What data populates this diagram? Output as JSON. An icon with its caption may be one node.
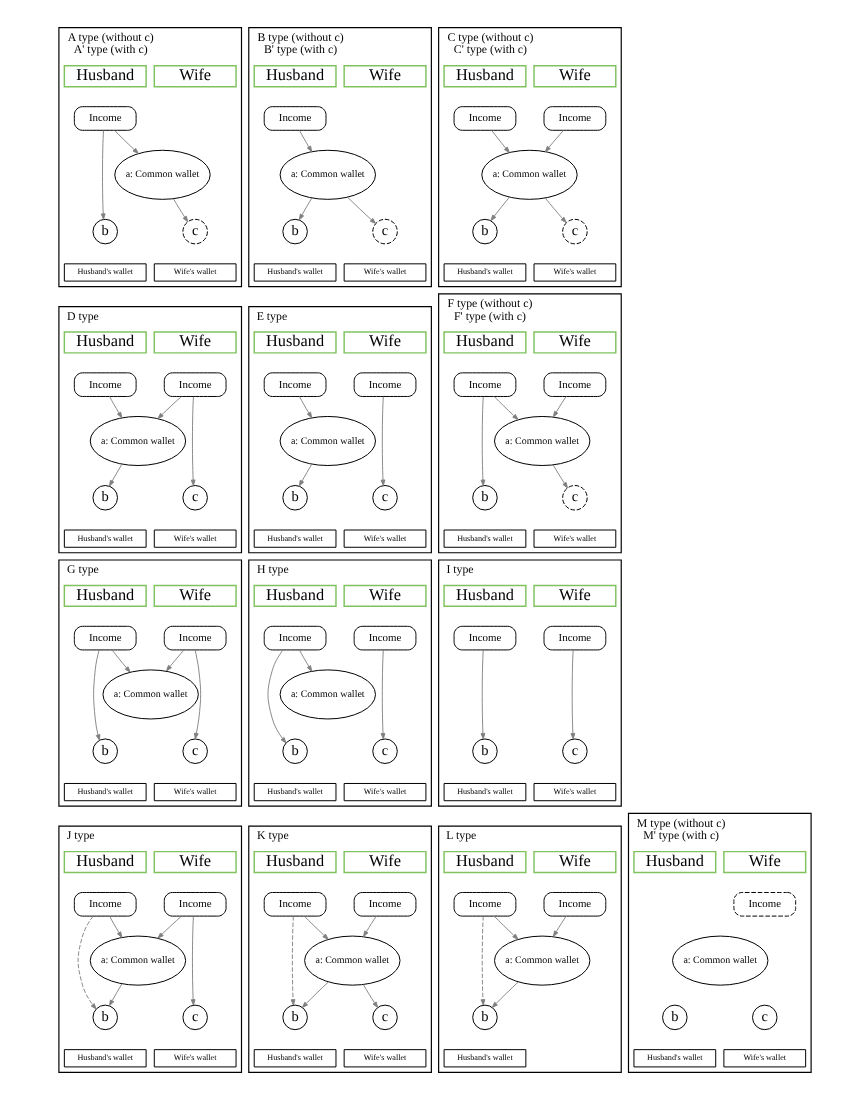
{
  "diagram": {
    "nodes": [
      {
        "text": [
          "A type (without c)",
          "A' type (with c)"
        ]
      },
      {
        "text": [
          "Husband"
        ],
        "in": 0
      },
      {
        "text": [
          "Wife"
        ],
        "in": 0
      },
      {
        "text": [
          "Income"
        ],
        "in": 0
      },
      {
        "text": [
          "a: Common wallet"
        ],
        "in": 0
      },
      {
        "text": [
          "b"
        ],
        "in": 0
      },
      {
        "text": [
          "c"
        ],
        "in": 0
      },
      {
        "text": [
          "Husband's wallet"
        ],
        "in": 0
      },
      {
        "text": [
          "Wife's wallet"
        ],
        "in": 0
      },
      {
        "text": [
          "B type (without c)",
          "B' type (with c)"
        ]
      },
      {
        "text": [
          "Husband"
        ],
        "in": 9
      },
      {
        "text": [
          "Wife"
        ],
        "in": 9
      },
      {
        "text": [
          "Income"
        ],
        "in": 9
      },
      {
        "text": [
          "a: Common wallet"
        ],
        "in": 9
      },
      {
        "text": [
          "b"
        ],
        "in": 9
      },
      {
        "text": [
          "c"
        ],
        "in": 9
      },
      {
        "text": [
          "Husband's wallet"
        ],
        "in": 9
      },
      {
        "text": [
          "Wife's wallet"
        ],
        "in": 9
      },
      {
        "text": [
          "C type (without c)",
          "C' type (with c)"
        ]
      },
      {
        "text": [
          "Husband"
        ],
        "in": 18
      },
      {
        "text": [
          "Wife"
        ],
        "in": 18
      },
      {
        "text": [
          "Income"
        ],
        "in": 18
      },
      {
        "text": [
          "Income"
        ],
        "in": 18
      },
      {
        "text": [
          "a: Common wallet"
        ],
        "in": 18
      },
      {
        "text": [
          "b"
        ],
        "in": 18
      },
      {
        "text": [
          "c"
        ],
        "in": 18
      },
      {
        "text": [
          "Husband's wallet"
        ],
        "in": 18
      },
      {
        "text": [
          "Wife's wallet"
        ],
        "in": 18
      },
      {
        "text": [
          "D type"
        ]
      },
      {
        "text": [
          "Husband"
        ],
        "in": 28
      },
      {
        "text": [
          "Wife"
        ],
        "in": 28
      },
      {
        "text": [
          "Income"
        ],
        "in": 28
      },
      {
        "text": [
          "Income"
        ],
        "in": 28
      },
      {
        "text": [
          "a: Common wallet"
        ],
        "in": 28
      },
      {
        "text": [
          "b"
        ],
        "in": 28
      },
      {
        "text": [
          "c"
        ],
        "in": 28
      },
      {
        "text": [
          "Husband's wallet"
        ],
        "in": 28
      },
      {
        "text": [
          "Wife's wallet"
        ],
        "in": 28
      },
      {
        "text": [
          "E type"
        ]
      },
      {
        "text": [
          "Husband"
        ],
        "in": 38
      },
      {
        "text": [
          "Wife"
        ],
        "in": 38
      },
      {
        "text": [
          "Income"
        ],
        "in": 38
      },
      {
        "text": [
          "Income"
        ],
        "in": 38
      },
      {
        "text": [
          "a: Common wallet"
        ],
        "in": 38
      },
      {
        "text": [
          "b"
        ],
        "in": 38
      },
      {
        "text": [
          "c"
        ],
        "in": 38
      },
      {
        "text": [
          "Husband's wallet"
        ],
        "in": 38
      },
      {
        "text": [
          "Wife's wallet"
        ],
        "in": 38
      },
      {
        "text": [
          "F type (without c)",
          "F' type (with c)"
        ]
      },
      {
        "text": [
          "Husband"
        ],
        "in": 48
      },
      {
        "text": [
          "Wife"
        ],
        "in": 48
      },
      {
        "text": [
          "Income"
        ],
        "in": 48
      },
      {
        "text": [
          "Income"
        ],
        "in": 48
      },
      {
        "text": [
          "a: Common wallet"
        ],
        "in": 48
      },
      {
        "text": [
          "b"
        ],
        "in": 48
      },
      {
        "text": [
          "c"
        ],
        "in": 48
      },
      {
        "text": [
          "Husband's wallet"
        ],
        "in": 48
      },
      {
        "text": [
          "Wife's wallet"
        ],
        "in": 48
      },
      {
        "text": [
          "G type"
        ]
      },
      {
        "text": [
          "Husband"
        ],
        "in": 58
      },
      {
        "text": [
          "Wife"
        ],
        "in": 58
      },
      {
        "text": [
          "Income"
        ],
        "in": 58
      },
      {
        "text": [
          "Income"
        ],
        "in": 58
      },
      {
        "text": [
          "a: Common wallet"
        ],
        "in": 58
      },
      {
        "text": [
          "b"
        ],
        "in": 58
      },
      {
        "text": [
          "c"
        ],
        "in": 58
      },
      {
        "text": [
          "Husband's wallet"
        ],
        "in": 58
      },
      {
        "text": [
          "Wife's wallet"
        ],
        "in": 58
      },
      {
        "text": [
          "H type"
        ]
      },
      {
        "text": [
          "Husband"
        ],
        "in": 68
      },
      {
        "text": [
          "Wife"
        ],
        "in": 68
      },
      {
        "text": [
          "Income"
        ],
        "in": 68
      },
      {
        "text": [
          "Income"
        ],
        "in": 68
      },
      {
        "text": [
          "a: Common wallet"
        ],
        "in": 68
      },
      {
        "text": [
          "b"
        ],
        "in": 68
      },
      {
        "text": [
          "c"
        ],
        "in": 68
      },
      {
        "text": [
          "Husband's wallet"
        ],
        "in": 68
      },
      {
        "text": [
          "Wife's wallet"
        ],
        "in": 68
      },
      {
        "text": [
          "I type"
        ]
      },
      {
        "text": [
          "Husband"
        ],
        "in": 78
      },
      {
        "text": [
          "Wife"
        ],
        "in": 78
      },
      {
        "text": [
          "Income"
        ],
        "in": 78
      },
      {
        "text": [
          "Income"
        ],
        "in": 78
      },
      {
        "text": [
          "b"
        ],
        "in": 78
      },
      {
        "text": [
          "c"
        ],
        "in": 78
      },
      {
        "text": [
          "Husband's wallet"
        ],
        "in": 78
      },
      {
        "text": [
          "Wife's wallet"
        ],
        "in": 78
      },
      {
        "text": [
          "J type"
        ]
      },
      {
        "text": [
          "Husband"
        ],
        "in": 87
      },
      {
        "text": [
          "Wife"
        ],
        "in": 87
      },
      {
        "text": [
          "Income"
        ],
        "in": 87
      },
      {
        "text": [
          "Income"
        ],
        "in": 87
      },
      {
        "text": [
          "a: Common wallet"
        ],
        "in": 87
      },
      {
        "text": [
          "b"
        ],
        "in": 87
      },
      {
        "text": [
          "c"
        ],
        "in": 87
      },
      {
        "text": [
          "Husband's wallet"
        ],
        "in": 87
      },
      {
        "text": [
          "Wife's wallet"
        ],
        "in": 87
      },
      {
        "text": [
          "K type"
        ]
      },
      {
        "text": [
          "Husband"
        ],
        "in": 97
      },
      {
        "text": [
          "Wife"
        ],
        "in": 97
      },
      {
        "text": [
          "Income"
        ],
        "in": 97
      },
      {
        "text": [
          "Income"
        ],
        "in": 97
      },
      {
        "text": [
          "a: Common wallet"
        ],
        "in": 97
      },
      {
        "text": [
          "b"
        ],
        "in": 97
      },
      {
        "text": [
          "c"
        ],
        "in": 97
      },
      {
        "text": [
          "Husband's wallet"
        ],
        "in": 97
      },
      {
        "text": [
          "Wife's wallet"
        ],
        "in": 97
      },
      {
        "text": [
          "L type"
        ]
      },
      {
        "text": [
          "Husband"
        ],
        "in": 107
      },
      {
        "text": [
          "Wife"
        ],
        "in": 107
      },
      {
        "text": [
          "Income"
        ],
        "in": 107
      },
      {
        "text": [
          "Income"
        ],
        "in": 107
      },
      {
        "text": [
          "a: Common wallet"
        ],
        "in": 107
      },
      {
        "text": [
          "b"
        ],
        "in": 107
      },
      {
        "text": [
          "Husband's wallet"
        ],
        "in": 107
      },
      {
        "text": [
          "M type (without c)",
          "M' type (with c)"
        ]
      },
      {
        "text": [
          "Husband"
        ],
        "in": 115
      },
      {
        "text": [
          "Wife"
        ],
        "in": 115
      },
      {
        "text": [
          "Income"
        ],
        "in": 115
      },
      {
        "text": [
          "a: Common wallet"
        ],
        "in": 115
      },
      {
        "text": [
          "b"
        ],
        "in": 115
      },
      {
        "text": [
          "c"
        ],
        "in": 115
      },
      {
        "text": [
          "Husband's wallet"
        ],
        "in": 115
      },
      {
        "text": [
          "Wife's wallet"
        ],
        "in": 115
      }
    ],
    "edges": [
      {
        "from": 3,
        "to": 4,
        "arrow": "to"
      },
      {
        "from": 3,
        "to": 5,
        "arrow": "to"
      },
      {
        "from": 4,
        "to": 6,
        "arrow": "to"
      },
      {
        "from": 12,
        "to": 13,
        "arrow": "to"
      },
      {
        "from": 13,
        "to": 14,
        "arrow": "to"
      },
      {
        "from": 13,
        "to": 15,
        "arrow": "to"
      },
      {
        "from": 21,
        "to": 23,
        "arrow": "to"
      },
      {
        "from": 22,
        "to": 23,
        "arrow": "to"
      },
      {
        "from": 23,
        "to": 24,
        "arrow": "to"
      },
      {
        "from": 23,
        "to": 25,
        "arrow": "to"
      },
      {
        "from": 31,
        "to": 33,
        "arrow": "to"
      },
      {
        "from": 32,
        "to": 33,
        "arrow": "to"
      },
      {
        "from": 33,
        "to": 34,
        "arrow": "to"
      },
      {
        "from": 32,
        "to": 35,
        "arrow": "to"
      },
      {
        "from": 41,
        "to": 43,
        "arrow": "to"
      },
      {
        "from": 43,
        "to": 44,
        "arrow": "to"
      },
      {
        "from": 42,
        "to": 45,
        "arrow": "to"
      },
      {
        "from": 51,
        "to": 54,
        "arrow": "to"
      },
      {
        "from": 51,
        "to": 53,
        "arrow": "to"
      },
      {
        "from": 52,
        "to": 53,
        "arrow": "to"
      },
      {
        "from": 53,
        "to": 55,
        "arrow": "to"
      },
      {
        "from": 61,
        "to": 64,
        "arrow": "to"
      },
      {
        "from": 61,
        "to": 63,
        "arrow": "to"
      },
      {
        "from": 62,
        "to": 63,
        "arrow": "to"
      },
      {
        "from": 62,
        "to": 65,
        "arrow": "to"
      },
      {
        "from": 71,
        "to": 74,
        "arrow": "to"
      },
      {
        "from": 71,
        "to": 73,
        "arrow": "to"
      },
      {
        "from": 72,
        "to": 75,
        "arrow": "to"
      },
      {
        "from": 81,
        "to": 83,
        "arrow": "to"
      },
      {
        "from": 82,
        "to": 84,
        "arrow": "to"
      },
      {
        "from": 90,
        "to": 92,
        "arrow": "to"
      },
      {
        "from": 91,
        "to": 92,
        "arrow": "to"
      },
      {
        "from": 92,
        "to": 93,
        "arrow": "to"
      },
      {
        "from": 90,
        "to": 93,
        "arrow": "to",
        "style": "dashed"
      },
      {
        "from": 91,
        "to": 94,
        "arrow": "to"
      },
      {
        "from": 100,
        "to": 102,
        "arrow": "to"
      },
      {
        "from": 101,
        "to": 102,
        "arrow": "to"
      },
      {
        "from": 102,
        "to": 103,
        "arrow": "to"
      },
      {
        "from": 102,
        "to": 104,
        "arrow": "to"
      },
      {
        "from": 100,
        "to": 103,
        "arrow": "to",
        "style": "dashed"
      },
      {
        "from": 110,
        "to": 112,
        "arrow": "to"
      },
      {
        "from": 111,
        "to": 112,
        "arrow": "to"
      },
      {
        "from": 112,
        "to": 113,
        "arrow": "to"
      },
      {
        "from": 110,
        "to": 113,
        "arrow": "to",
        "style": "dashed"
      }
    ]
  }
}
